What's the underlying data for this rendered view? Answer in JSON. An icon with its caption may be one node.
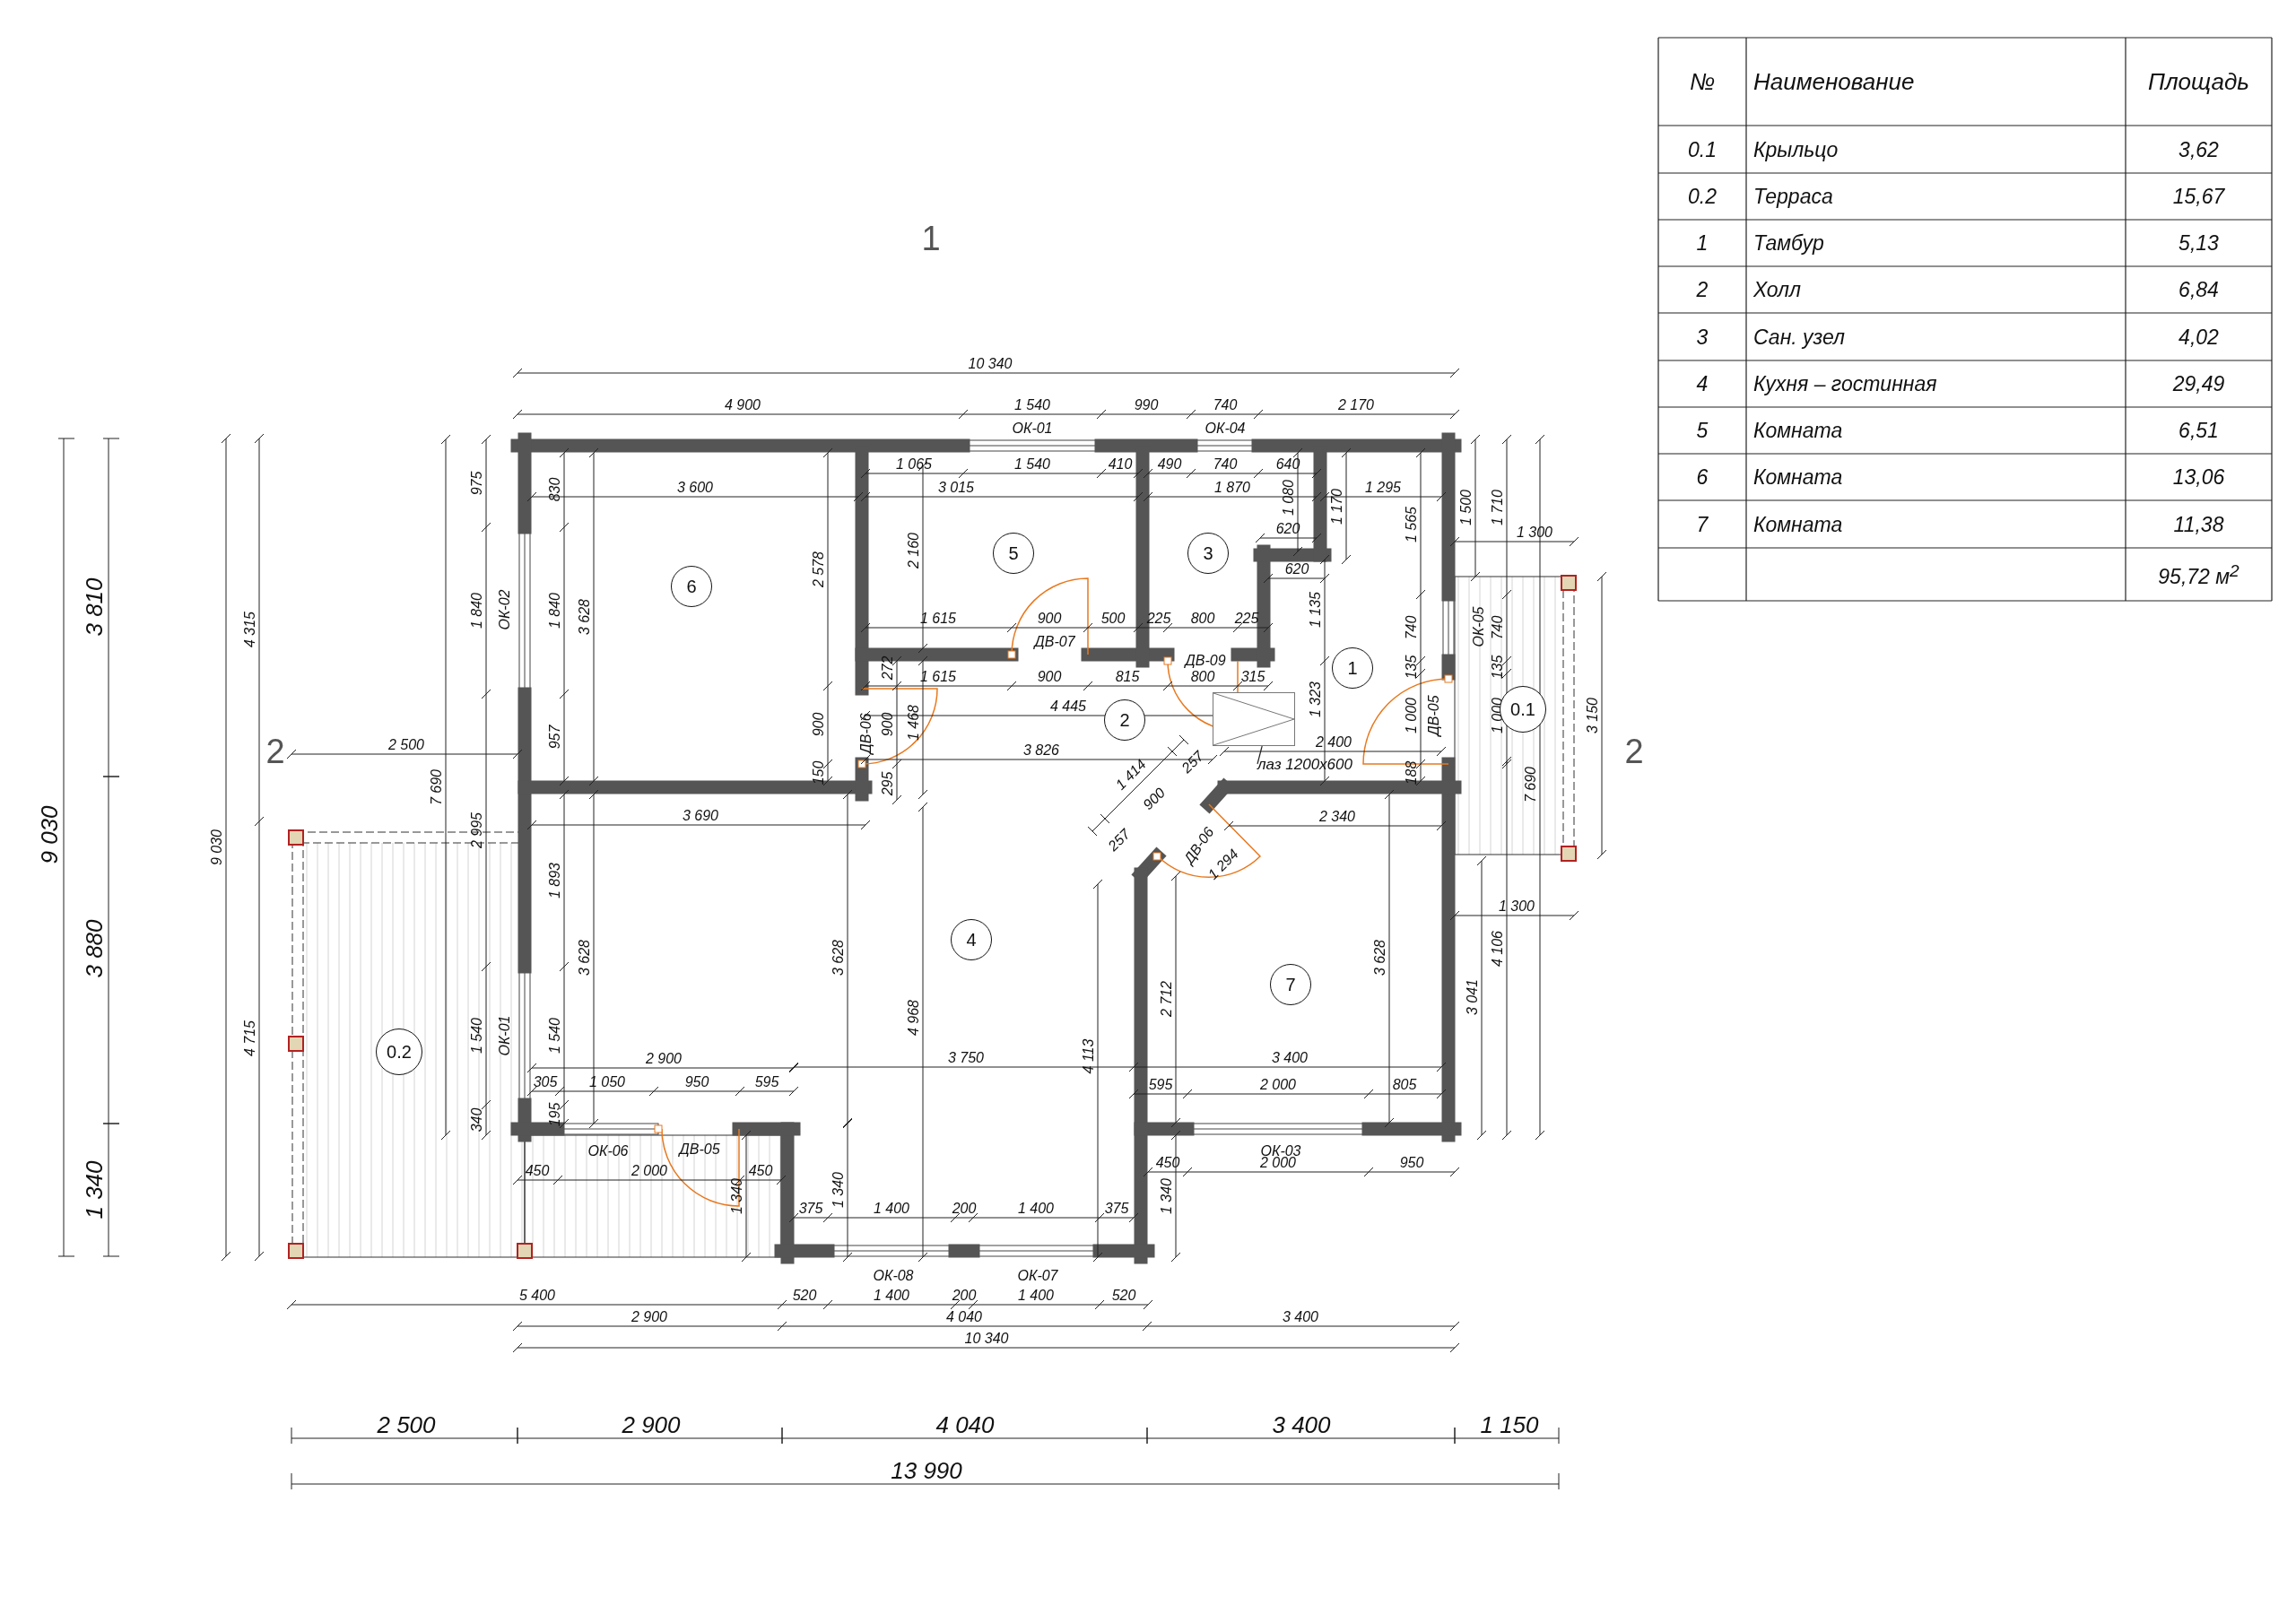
{
  "diagram": {
    "nodes": [
      {
        "text": [
          "6"
        ]
      },
      {
        "text": [
          "5"
        ]
      },
      {
        "text": [
          "3"
        ]
      },
      {
        "text": [
          "1"
        ]
      },
      {
        "text": [
          "2"
        ]
      },
      {
        "text": [
          "0.1"
        ]
      },
      {
        "text": [],
        "shape": "box"
      },
      {
        "text": [
          "лаз 1200х600"
        ]
      },
      {
        "text": [
          "4"
        ]
      },
      {
        "text": [
          "7"
        ]
      },
      {
        "text": [
          "0.2"
        ]
      }
    ],
    "edges": [
      {
        "from": 7,
        "to": 6,
        "arrow": "none"
      }
    ],
    "labels": [
      "1",
      "10 340",
      "4 900",
      "1 540",
      "990",
      "740",
      "2 170",
      "ОК-01",
      "ОК-04",
      "1 065",
      "1 540",
      "410",
      "490",
      "740",
      "640",
      "3 600",
      "3 015",
      "1 870",
      "1 295",
      "975",
      "830",
      "1 840",
      "ОК-02",
      "1 840",
      "3 628",
      "957",
      "2 578",
      "900",
      "150",
      "2 160",
      "1 080",
      "1 170",
      "620",
      "620",
      "1 565",
      "1 500",
      "1 710",
      "1 300",
      "1 615",
      "900",
      "500",
      "225",
      "800",
      "225",
      "ДВ-07",
      "1 135",
      "740",
      "ОК-05",
      "740",
      "272",
      "ДВ-09",
      "135",
      "135",
      "1 615",
      "900",
      "815",
      "800",
      "315",
      "1 323",
      "4 445",
      "1 000",
      "ДВ-05",
      "1 000",
      "3 150",
      "ДВ-06",
      "900",
      "1 468",
      "2 500",
      "2",
      "2",
      "2 400",
      "3 826",
      "188",
      "295",
      "1 414",
      "900",
      "257",
      "257",
      "ДВ-06",
      "1 294",
      "3 690",
      "2 340",
      "4 315",
      "9 030",
      "4 715",
      "7 690",
      "2 995",
      "1 893",
      "3 628",
      "1 540",
      "ОК-01",
      "1 540",
      "340",
      "195",
      "3 628",
      "4 968",
      "4 113",
      "2 712",
      "3 628",
      "3 041",
      "4 106",
      "1 300",
      "7 690",
      "2 900",
      "3 750",
      "3 400",
      "305",
      "1 050",
      "950",
      "595",
      "595",
      "2 000",
      "805",
      "ОК-06",
      "ДВ-05",
      "ОК-03",
      "450",
      "2 000",
      "450",
      "450",
      "2 000",
      "950",
      "1 340",
      "1 340",
      "1 340",
      "375",
      "1 400",
      "200",
      "1 400",
      "375",
      "ОК-08",
      "ОК-07",
      "5 400",
      "520",
      "1 400",
      "200",
      "1 400",
      "520",
      "2 900",
      "4 040",
      "3 400",
      "10 340",
      "9 030",
      "3 810",
      "3 880",
      "1 340",
      "2 500",
      "2 900",
      "4 040",
      "3 400",
      "1 150",
      "13 990",
      "№",
      "Наименование",
      "Площадь",
      "0.1",
      "Крыльцо",
      "3,62",
      "0.2",
      "Терраса",
      "15,67",
      "1",
      "Тамбур",
      "5,13",
      "2",
      "Холл",
      "6,84",
      "3",
      "Сан. узел",
      "4,02",
      "4",
      "Кухня – гостинная",
      "29,49",
      "5",
      "Комната",
      "6,51",
      "6",
      "Комната",
      "13,06",
      "7",
      "Комната",
      "11,38",
      "95,72 м$^{2}$"
    ]
  }
}
